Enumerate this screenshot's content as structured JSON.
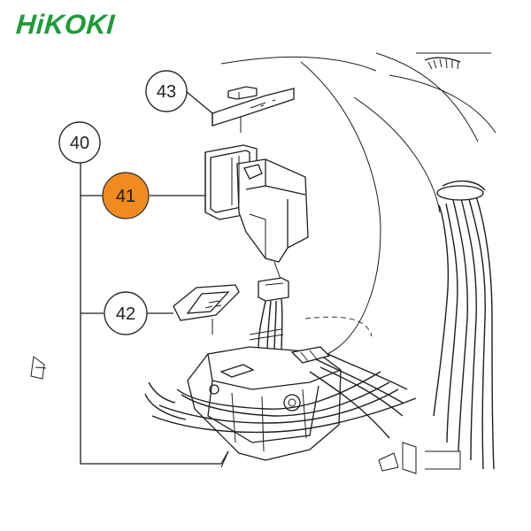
{
  "brand": {
    "logo_text": "HiKOKI",
    "color": "#1f9a3b"
  },
  "callouts": [
    {
      "id": "c40",
      "label": "40",
      "highlighted": false
    },
    {
      "id": "c41",
      "label": "41",
      "highlighted": true
    },
    {
      "id": "c42",
      "label": "42",
      "highlighted": false
    },
    {
      "id": "c43",
      "label": "43",
      "highlighted": false
    }
  ],
  "colors": {
    "highlight": "#f08a21",
    "line": "#1e1e1e",
    "callout_border": "#2b2b2b"
  }
}
